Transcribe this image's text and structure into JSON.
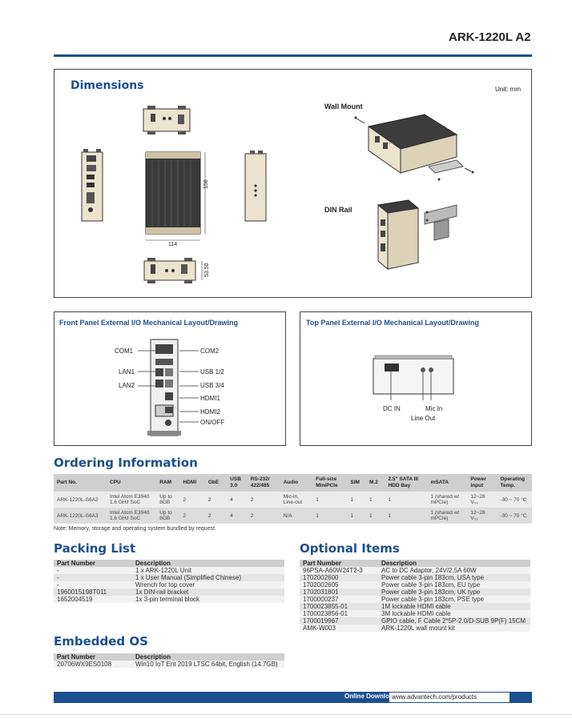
{
  "header": {
    "model": "ARK-1220L A2"
  },
  "dimensions": {
    "title": "Dimensions",
    "unit": "Unit: mm",
    "wall_mount": "Wall Mount",
    "din_rail": "DIN Rail",
    "dim_158": "158",
    "dim_114": "114",
    "dim_5350": "53.50"
  },
  "front_panel": {
    "title": "Front Panel External I/O Mechanical Layout/Drawing",
    "labels": {
      "com1": "COM1",
      "com2": "COM2",
      "lan1": "LAN1",
      "usb12": "USB 1/2",
      "lan2": "LAN2",
      "usb34": "USB 3/4",
      "hdmi1": "HDMI1",
      "hdmi2": "HDMI2",
      "onoff": "ON/OFF"
    }
  },
  "top_panel": {
    "title": "Top Panel External I/O Mechanical Layout/Drawing",
    "labels": {
      "dcin": "DC IN",
      "micin": "Mic In",
      "lineout": "Line Out"
    }
  },
  "ordering": {
    "title": "Ordering Information",
    "headers": [
      "Part No.",
      "CPU",
      "RAM",
      "HDMI",
      "GbE",
      "USB 3.0",
      "RS-232/ 422/485",
      "Audio",
      "Full-size MiniPCIe",
      "SIM",
      "M.2",
      "2.5\" SATA III HDD Bay",
      "mSATA",
      "Power Input",
      "Operating Temp."
    ],
    "rows": [
      [
        "ARK-1220L-S6A2",
        "Intel Atom E3940 1.6 GHz SoC",
        "Up to 8GB",
        "2",
        "2",
        "4",
        "2",
        "Mic-in, Line-out",
        "1",
        "1",
        "1",
        "1",
        "1 (shared w/ mPCIe)",
        "12~28 V₀₀",
        "-30 ~ 70 °C"
      ],
      [
        "ARK-1220L-S6A3",
        "Intel Atom E3940 1.6 GHz SoC",
        "Up to 8GB",
        "2",
        "2",
        "4",
        "2",
        "N/A",
        "1",
        "1",
        "1",
        "1",
        "1 (shared w/ mPCIe)",
        "12~28 V₀₀",
        "-30 ~ 70 °C"
      ]
    ],
    "note": "Note: Memory, storage and operating system bundled by request."
  },
  "packing": {
    "title": "Packing List",
    "headers": [
      "Part Number",
      "Description"
    ],
    "rows": [
      [
        "-",
        "1 x ARK-1220L Unit"
      ],
      [
        "-",
        "1 x User Manual (Simplified Chinese)"
      ],
      [
        "-",
        "Wrench for top cover"
      ],
      [
        "1960015198T011",
        "1x DIN-rail bracket"
      ],
      [
        "1652004519",
        "1x 3-pin terminal block"
      ]
    ]
  },
  "embedded": {
    "title": "Embedded OS",
    "headers": [
      "Part Number",
      "Description"
    ],
    "rows": [
      [
        "20706WX9ES0108",
        "Win10 IoT Ent 2019 LTSC 64bit, English (14.7GB)"
      ]
    ]
  },
  "optional": {
    "title": "Optional Items",
    "headers": [
      "Part Number",
      "Description"
    ],
    "rows": [
      [
        "96PSA-A60W24T2-3",
        "AC to DC Adaptor, 24V/2.5A 60W"
      ],
      [
        "1702002600",
        "Power cable 3-pin 183cm, USA type"
      ],
      [
        "1702002605",
        "Power cable 3-pin 183cm, EU type"
      ],
      [
        "1702031801",
        "Power cable 3-pin 183cm, UK type"
      ],
      [
        "1700000237",
        "Power cable 3-pin 183cm, PSE type"
      ],
      [
        "1700023855-01",
        "1M lockable HDMI cable"
      ],
      [
        "1700023856-01",
        "3M lockable HDMI cable"
      ],
      [
        "1700019967",
        "GPIO cable, F Cable 2*5P-2.0/D-SUB 9P(F) 15CM"
      ],
      [
        "AMK-W003",
        "ARK-1220L wall mount kit"
      ]
    ]
  },
  "footer": {
    "download_label": "Online Download",
    "url": "www.advantech.com/products"
  }
}
